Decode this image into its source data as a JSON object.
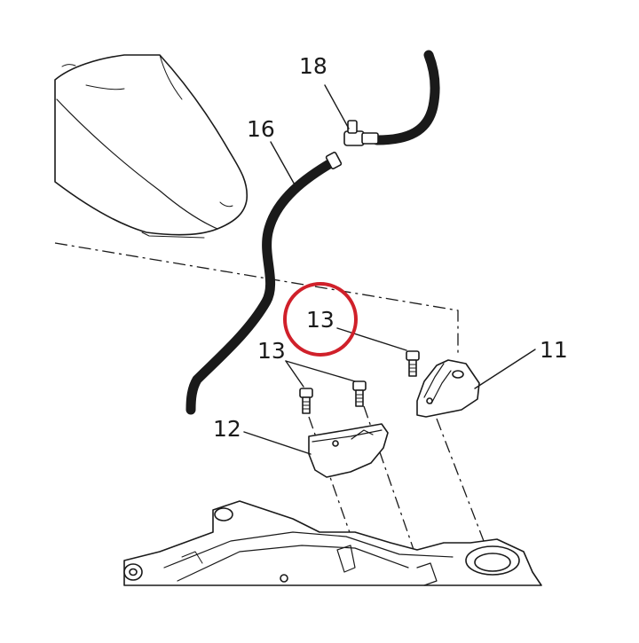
{
  "labels": {
    "hose_top_connector": "18",
    "hose": "16",
    "bracket_right": "11",
    "bracket_left": "12",
    "bolt_highlighted": "13",
    "bolt_pair": "13"
  },
  "highlight": {
    "color": "#d0202a",
    "target": "bolt_highlighted"
  },
  "colors": {
    "line": "#1a1a1a",
    "background": "#ffffff"
  }
}
